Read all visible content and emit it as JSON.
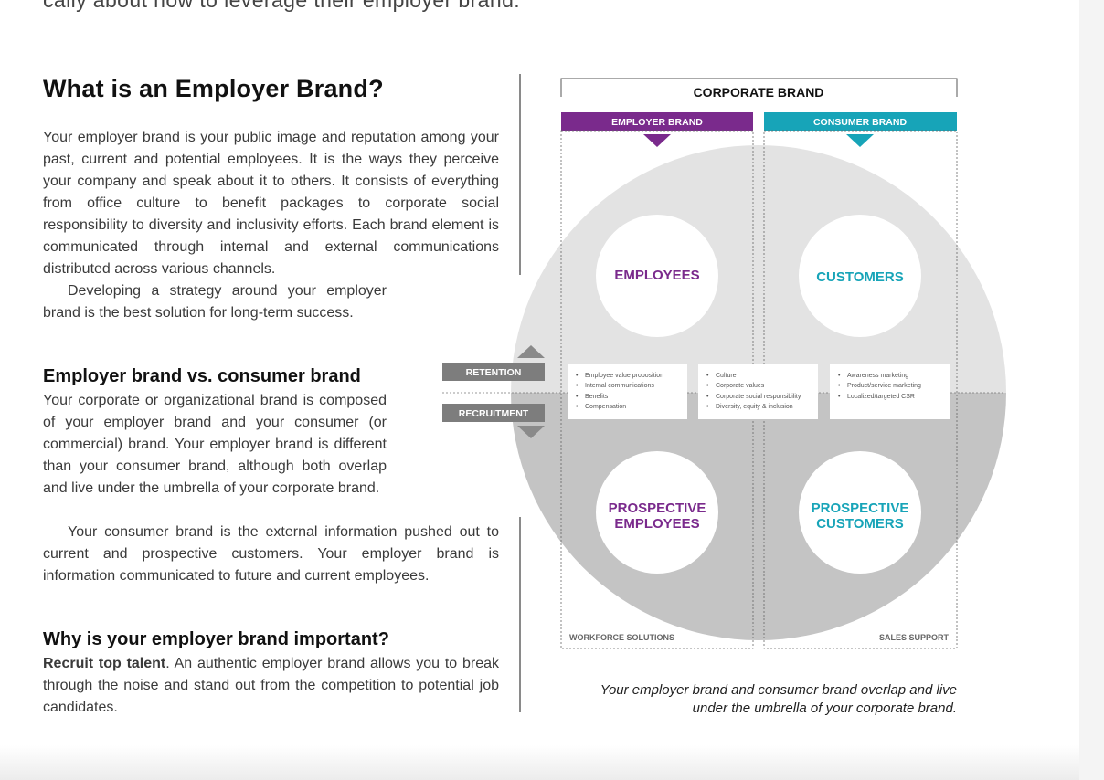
{
  "intro_fragment": "cally about how to leverage their employer brand.",
  "sections": {
    "what": {
      "heading": "What is an Employer Brand?",
      "p1": "Your employer brand is your public image and reputation among your past, current and potential employees. It is the ways they perceive your company and speak about it to others. It consists of everything from office culture to benefit packages to corporate social responsibility to diversity and inclusivity efforts. Each brand element is communicated through internal and external communications distributed across various channels.",
      "p2": "Developing a strategy around your employer brand is the best solution for long-term success."
    },
    "versus": {
      "heading": "Employer brand vs. consumer brand",
      "p1": "Your corporate or organizational brand is composed of your employer brand and your consumer (or commercial) brand. Your employer brand is different than your consumer brand, although both overlap and live under the umbrella of your corporate brand.",
      "p2": "Your consumer brand is the external information pushed out to current and prospective customers. Your employer brand is information communicated to future and current employees."
    },
    "why": {
      "heading": "Why is your employer brand important?",
      "lead": "Recruit top talent",
      "text": ". An authentic employer brand allows you to break through the noise and stand out from the competition to potential job candidates."
    }
  },
  "diagram": {
    "corporate_brand": "CORPORATE BRAND",
    "employer_brand": "EMPLOYER BRAND",
    "consumer_brand": "CONSUMER BRAND",
    "employees": "EMPLOYEES",
    "customers": "CUSTOMERS",
    "prospective_employees": [
      "PROSPECTIVE",
      "EMPLOYEES"
    ],
    "prospective_customers": [
      "PROSPECTIVE",
      "CUSTOMERS"
    ],
    "retention": "RETENTION",
    "recruitment": "RECRUITMENT",
    "workforce_solutions": "WORKFORCE SOLUTIONS",
    "sales_support": "SALES SUPPORT",
    "box_employer": [
      "Employee value proposition",
      "Internal communications",
      "Benefits",
      "Compensation"
    ],
    "box_shared": [
      "Culture",
      "Corporate values",
      "Corporate social responsibility",
      "Diversity, equity & inclusion"
    ],
    "box_consumer": [
      "Awareness marketing",
      "Product/service marketing",
      "Localized/targeted CSR"
    ],
    "caption": "Your employer brand and consumer brand overlap and live under the umbrella of your corporate brand.",
    "colors": {
      "employer": "#7a2a8c",
      "consumer": "#17a4b8",
      "gray_label": "#7d7d7d",
      "circle_light": "#e3e3e3",
      "circle_dark": "#c4c4c4"
    }
  }
}
